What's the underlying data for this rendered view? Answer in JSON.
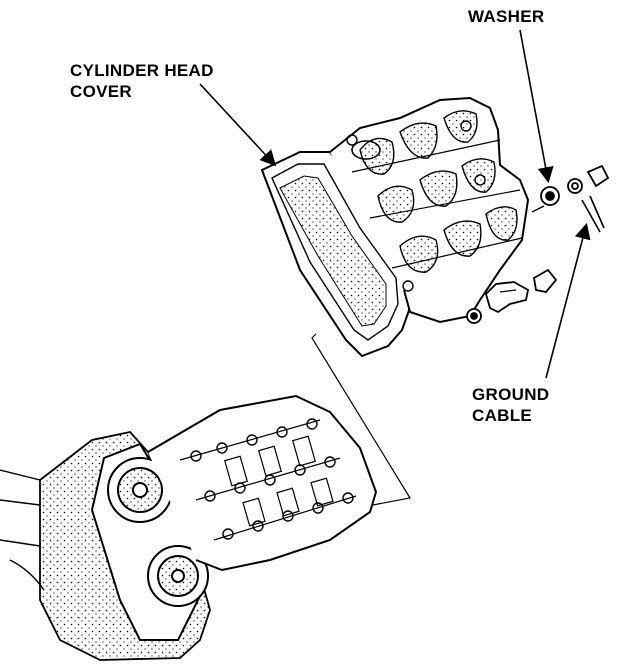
{
  "labels": {
    "washer": "WASHER",
    "cylinder_head_cover": [
      "CYLINDER HEAD",
      "COVER"
    ],
    "ground_cable": [
      "GROUND",
      "CABLE"
    ]
  },
  "colors": {
    "ink": "#000000",
    "paper": "#ffffff"
  }
}
